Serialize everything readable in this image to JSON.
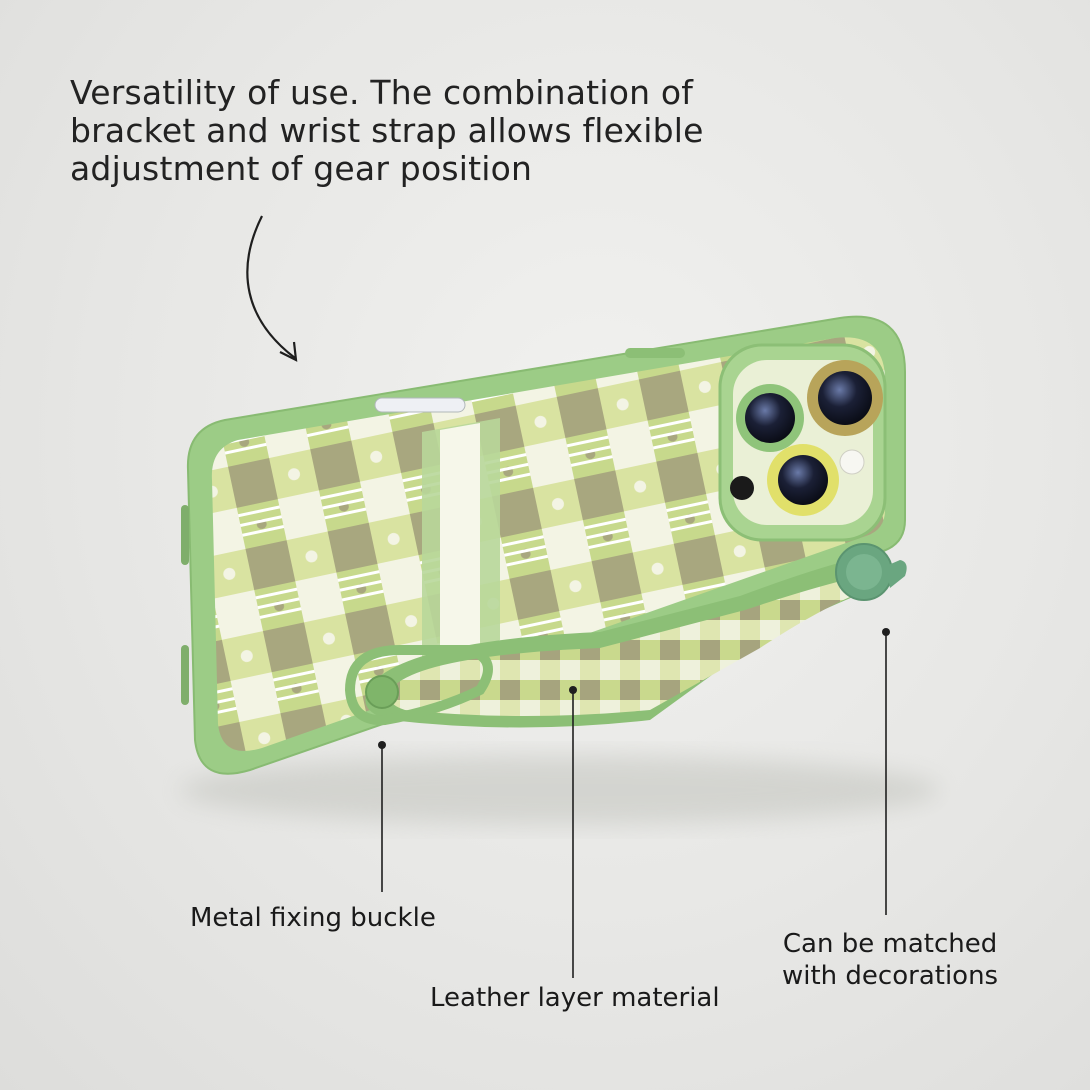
{
  "headline": {
    "line1": "Versatility of use. The combination of",
    "line2": "bracket and wrist strap allows flexible",
    "line3": "adjustment of gear position"
  },
  "callouts": {
    "buckle": "Metal fixing buckle",
    "leather": "Leather layer material",
    "decorations_line1": "Can be matched",
    "decorations_line2": "with decorations"
  },
  "colors": {
    "case_green": "#9ccc86",
    "case_dark_green": "#7fae6b",
    "pattern_olive": "#a8a77f",
    "pattern_lime": "#d9e3a1",
    "pattern_cream": "#f3f4e4",
    "lens_gold": "#b8a45a",
    "lens_yellow": "#e1e06a",
    "strap_knob": "#6aa680",
    "leader_line": "#1f1f1f"
  },
  "icons": {
    "arrow": "curved-arrow-icon",
    "camera": "camera-lens-icon",
    "buckle": "strap-buckle-icon",
    "knob": "strap-knob-icon"
  }
}
